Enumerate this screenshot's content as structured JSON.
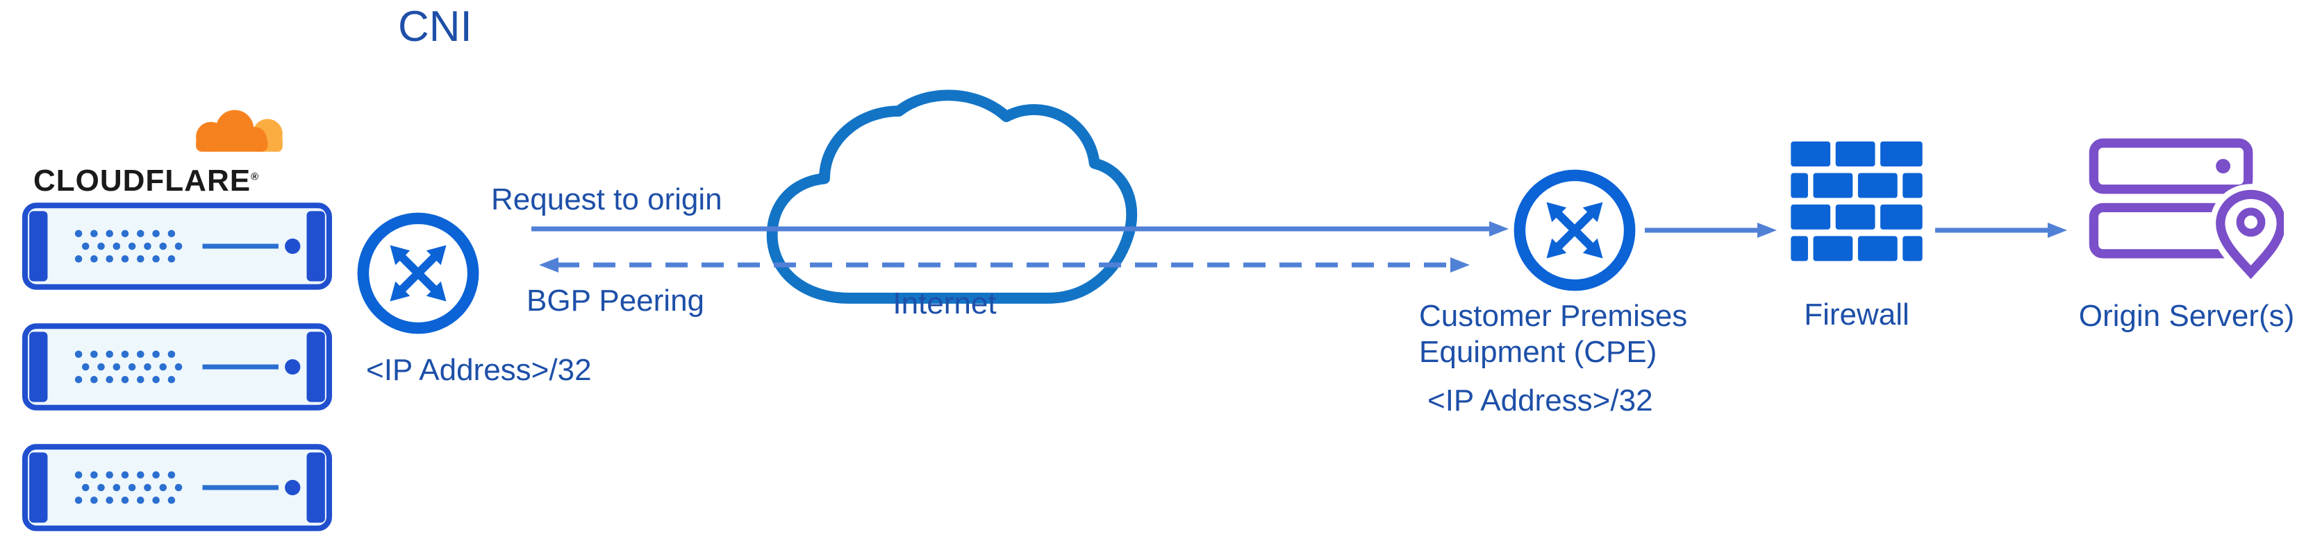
{
  "title": "CNI",
  "cloudflare": {
    "name": "CLOUDFLARE",
    "mark": "®",
    "logo_icon": "cloudflare-cloud-icon",
    "edge_servers": [
      "edge-server-icon",
      "edge-server-icon",
      "edge-server-icon"
    ]
  },
  "left_router": {
    "icon": "router-icon",
    "ip": "<IP Address>/32"
  },
  "flows": {
    "request_label": "Request to origin",
    "request_style": "solid",
    "request_direction": "right",
    "bgp_label": "BGP Peering",
    "bgp_style": "dashed",
    "bgp_direction": "both"
  },
  "internet": {
    "label": "Internet",
    "icon": "internet-cloud-icon"
  },
  "cpe": {
    "icon": "router-icon",
    "line1": "Customer Premises",
    "line2": "Equipment (CPE)",
    "ip": "<IP Address>/32"
  },
  "firewall": {
    "icon": "firewall-icon",
    "label": "Firewall"
  },
  "origin": {
    "icon": "origin-servers-icon",
    "pin_icon": "location-pin-icon",
    "label": "Origin Server(s)"
  },
  "colors": {
    "icon_blue": "#0b63d6",
    "cloud_blue": "#1374c6",
    "label_blue": "#1d4fa8",
    "arrow_blue": "#5181d6",
    "server_border_blue": "#2050cf",
    "server_fill": "#eef7fc",
    "server_detail_blue": "#2b6fd0",
    "origin_purple": "#7a4fc9",
    "cloudflare_orange": "#f6821f",
    "cloudflare_light_orange": "#fbad41",
    "logo_text": "#1a1a1a"
  }
}
